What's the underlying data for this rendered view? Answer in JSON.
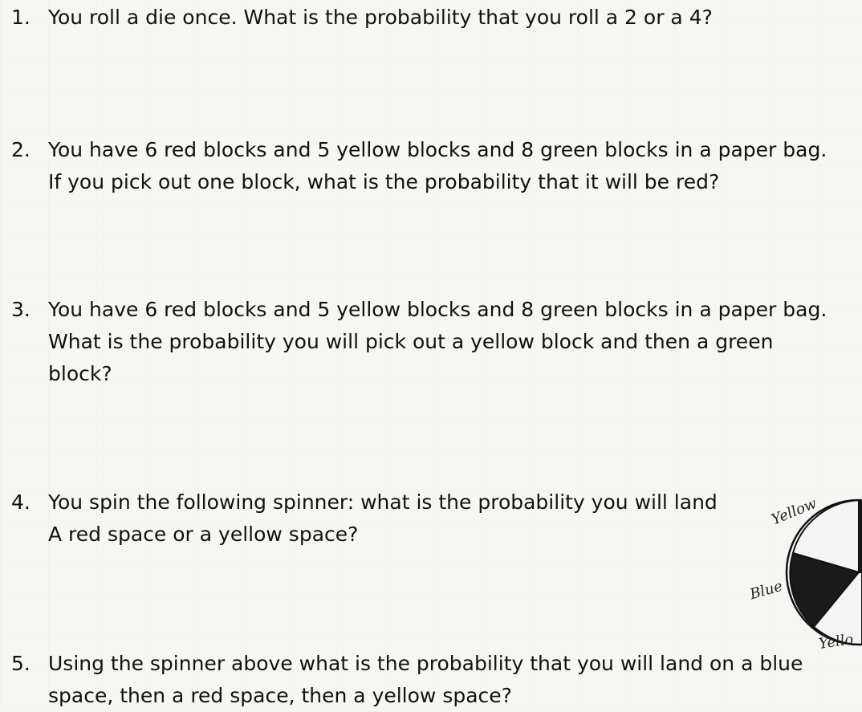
{
  "questions": [
    {
      "number": "1.",
      "lines": [
        "You roll a die once.  What is the probability that you roll a 2 or a 4?"
      ]
    },
    {
      "number": "2.",
      "lines": [
        "You have 6 red blocks and 5 yellow blocks and 8 green blocks in a paper bag.",
        "If you pick out one block, what is the probability that it will be red?"
      ]
    },
    {
      "number": "3.",
      "lines": [
        "You have 6 red blocks and 5 yellow blocks and 8 green blocks in a paper bag.",
        "What is the probability you will pick out a yellow block and then a green",
        "block?"
      ]
    },
    {
      "number": "4.",
      "lines": [
        "You spin the following spinner:  what is the probability you will land",
        "A red space or a yellow space?"
      ]
    },
    {
      "number": "5.",
      "lines": [
        "Using the spinner above what is the probability that you will land on a blue",
        "space, then a red space, then a yellow space?"
      ]
    }
  ],
  "spinner": {
    "labels": {
      "top": "Yellow",
      "left": "Blue",
      "bottom": "Yello"
    },
    "colors": {
      "dark": "#1a1a1a",
      "light": "#f4f4f4",
      "stroke": "#111111"
    }
  }
}
